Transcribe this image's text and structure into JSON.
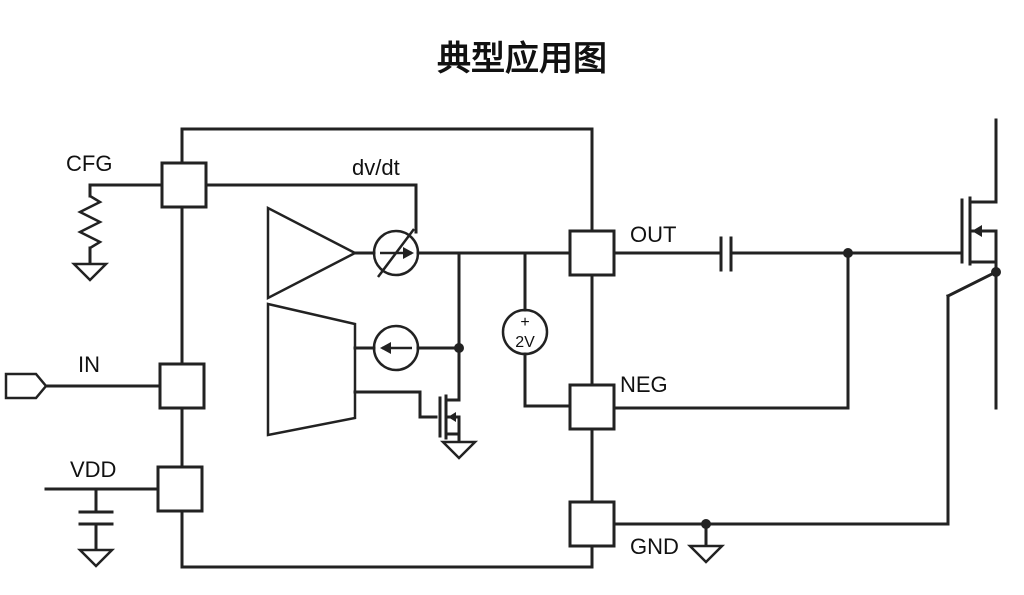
{
  "title": "典型应用图",
  "labels": {
    "cfg": "CFG",
    "dvdt": "dv/dt",
    "in": "IN",
    "vdd": "VDD",
    "out": "OUT",
    "neg": "NEG",
    "gnd": "GND",
    "source_voltage": "2V",
    "source_plus": "+"
  }
}
